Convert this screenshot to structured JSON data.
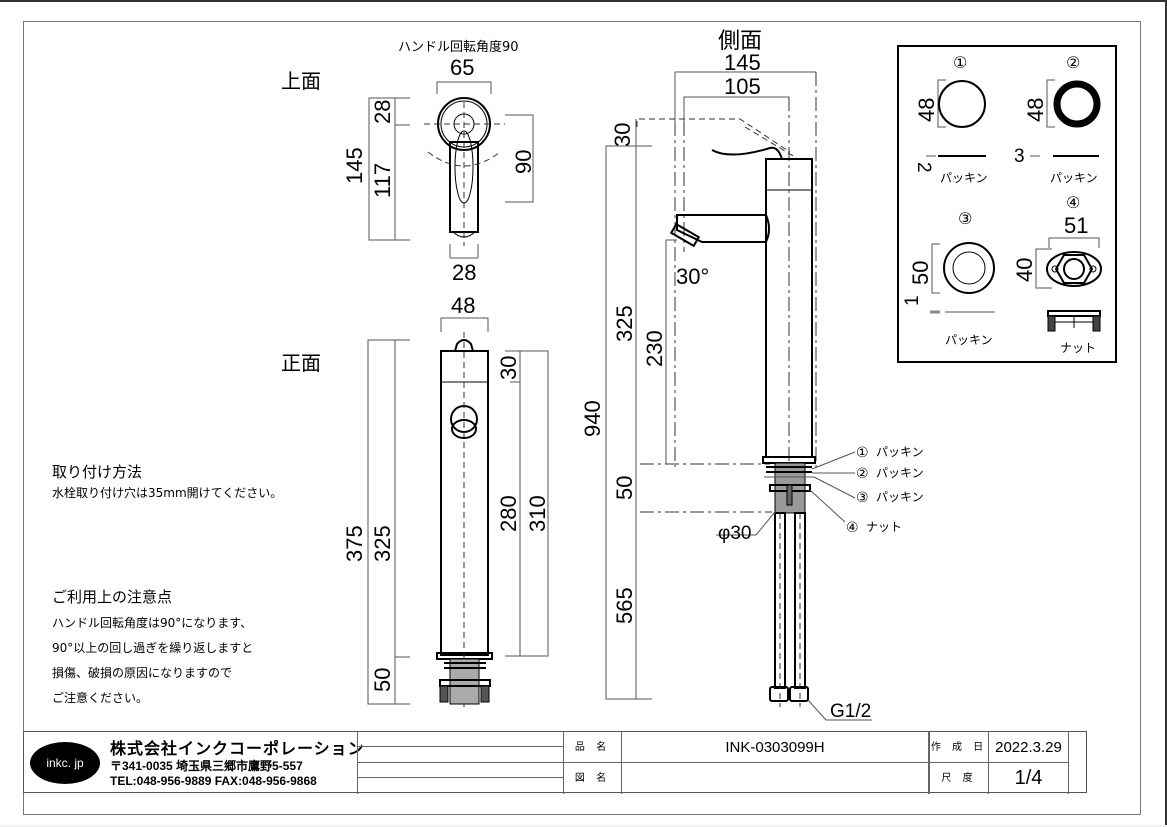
{
  "views": {
    "top": {
      "title": "上面",
      "handle_rotation_label": "ハンドル回転角度90",
      "dims": {
        "width_top": "65",
        "height_total": "145",
        "height_upper": "28",
        "height_lower": "117",
        "rotation_span": "90",
        "width_bottom": "28"
      }
    },
    "front": {
      "title": "正面",
      "dims": {
        "width": "48",
        "total": "375",
        "body": "325",
        "thread": "50",
        "top_cap": "30",
        "inner": "280",
        "overall_right": "310"
      }
    },
    "side": {
      "title": "側面",
      "dims": {
        "width_outer": "145",
        "width_inner": "105",
        "top_offset": "30",
        "body": "325",
        "spout_height": "230",
        "total": "940",
        "thread": "50",
        "hose": "565",
        "spout_angle": "30°",
        "diameter": "φ30",
        "fitting": "G1/2"
      },
      "callouts": [
        {
          "num": "①",
          "label": "パッキン"
        },
        {
          "num": "②",
          "label": "パッキン"
        },
        {
          "num": "③",
          "label": "パッキン"
        },
        {
          "num": "④",
          "label": "ナット"
        }
      ]
    }
  },
  "parts": [
    {
      "num": "①",
      "size": "48",
      "thickness": "2",
      "label": "パッキン"
    },
    {
      "num": "②",
      "size": "48",
      "thickness": "3",
      "label": "パッキン"
    },
    {
      "num": "③",
      "size": "50",
      "thickness": "1",
      "label": "パッキン"
    },
    {
      "num": "④",
      "width": "51",
      "size": "40",
      "label": "ナット"
    }
  ],
  "notes": {
    "install": {
      "heading": "取り付け方法",
      "lines": [
        "水栓取り付け穴は35mm開けてください。"
      ]
    },
    "caution": {
      "heading": "ご利用上の注意点",
      "lines": [
        "ハンドル回転角度は90°になります、",
        "90°以上の回し過ぎを繰り返しますと",
        "損傷、破損の原因になりますので",
        "ご注意ください。"
      ]
    }
  },
  "title_block": {
    "logo": "inkc. jp",
    "company": "株式会社インクコーポレーション",
    "address": "〒341-0035 埼玉県三郷市鷹野5-557",
    "contact": "TEL:048-956-9889  FAX:048-956-9868",
    "product_name_label": "品 名",
    "product_name": "INK-0303099H",
    "drawing_name_label": "図 名",
    "drawing_name": "",
    "created_label": "作 成 日",
    "created": "2022.3.29",
    "scale_label": "尺 度",
    "scale": "1/4"
  }
}
